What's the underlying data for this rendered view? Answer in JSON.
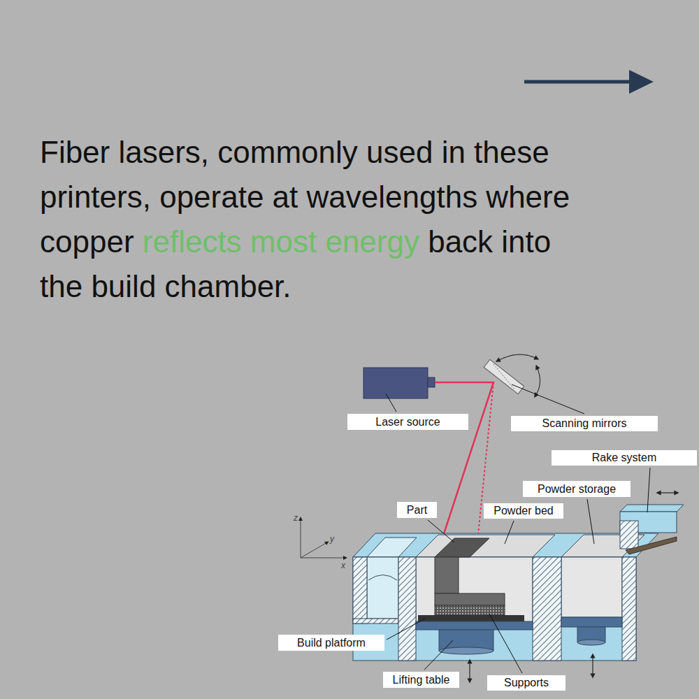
{
  "diagram": {
    "nodes": [
      {
        "text": [
          "Laser source"
        ]
      },
      {
        "text": [
          "Scanning mirrors"
        ]
      },
      {
        "text": [
          "Rake system"
        ]
      },
      {
        "text": [
          "Powder storage"
        ]
      },
      {
        "text": [
          "Part"
        ]
      },
      {
        "text": [
          "Powder bed"
        ]
      },
      {
        "text": [
          "Build platform"
        ]
      },
      {
        "text": [
          "Lifting table"
        ]
      },
      {
        "text": [
          "Supports"
        ]
      }
    ],
    "labels": [
      "Fiber lasers, commonly used in these printers, operate at wavelengths where copper",
      "reflects most energy",
      "back into the build chamber.",
      "z",
      "y",
      "x"
    ]
  }
}
